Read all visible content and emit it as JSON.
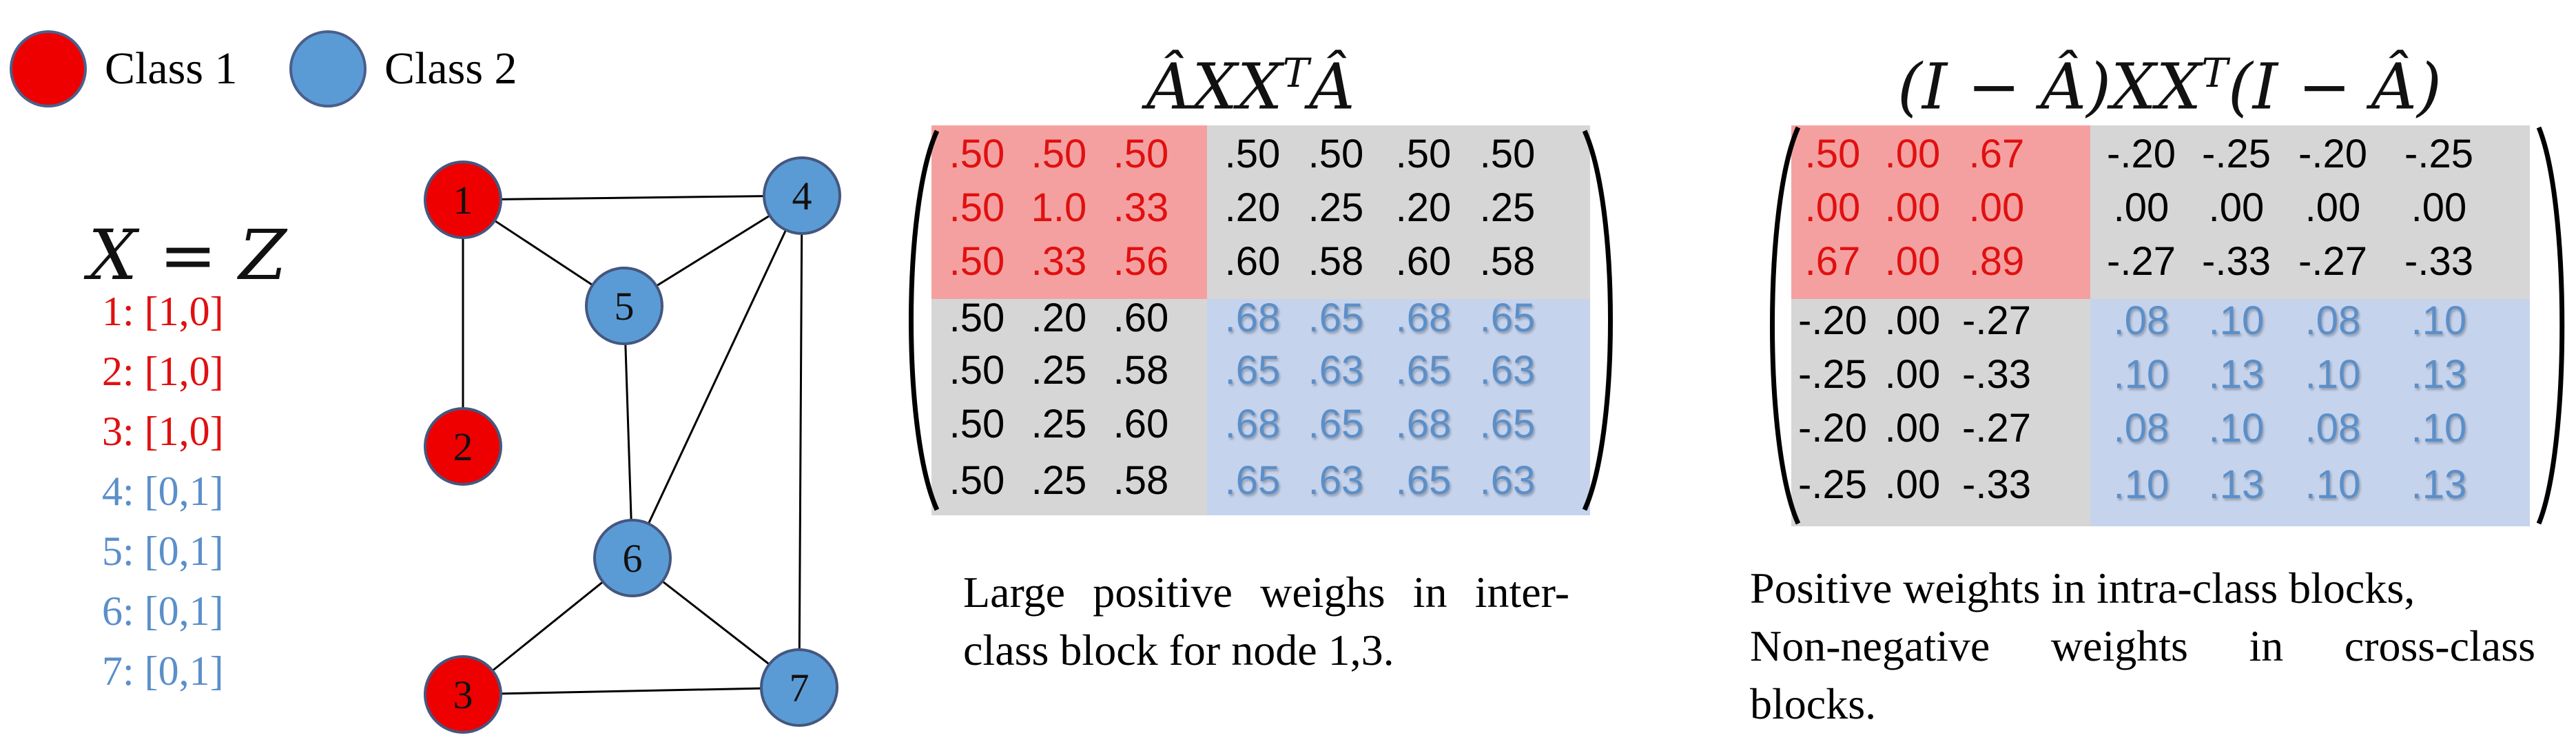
{
  "colors": {
    "class1": "#ee0000",
    "class2": "#5b9bd5",
    "class1_text": "#e01010",
    "class2_text": "#5b8fc9",
    "red_block": "#f5a0a0",
    "blue_block": "#c6d3ec",
    "gray_block": "#d6d6d6"
  },
  "legend": [
    {
      "label": "Class 1",
      "color": "#ee0000"
    },
    {
      "label": "Class 2",
      "color": "#5b9bd5"
    }
  ],
  "features": {
    "equation": "X = Z",
    "items": [
      {
        "text": "1: [1,0]",
        "class": 1
      },
      {
        "text": "2: [1,0]",
        "class": 1
      },
      {
        "text": "3: [1,0]",
        "class": 1
      },
      {
        "text": "4: [0,1]",
        "class": 2
      },
      {
        "text": "5: [0,1]",
        "class": 2
      },
      {
        "text": "6: [0,1]",
        "class": 2
      },
      {
        "text": "7: [0,1]",
        "class": 2
      }
    ]
  },
  "graph": {
    "nodes": [
      {
        "id": "1",
        "class": 1
      },
      {
        "id": "2",
        "class": 1
      },
      {
        "id": "3",
        "class": 1
      },
      {
        "id": "4",
        "class": 2
      },
      {
        "id": "5",
        "class": 2
      },
      {
        "id": "6",
        "class": 2
      },
      {
        "id": "7",
        "class": 2
      }
    ],
    "edges": [
      [
        "1",
        "2"
      ],
      [
        "1",
        "4"
      ],
      [
        "1",
        "5"
      ],
      [
        "5",
        "4"
      ],
      [
        "5",
        "6"
      ],
      [
        "4",
        "6"
      ],
      [
        "4",
        "7"
      ],
      [
        "6",
        "3"
      ],
      [
        "6",
        "7"
      ],
      [
        "3",
        "7"
      ]
    ]
  },
  "matrix1": {
    "title": "ÂXX",
    "title_sup": "T",
    "title_tail": "Â",
    "rows": [
      [
        ".50",
        ".50",
        ".50",
        ".50",
        ".50",
        ".50",
        ".50"
      ],
      [
        ".50",
        "1.0",
        ".33",
        ".20",
        ".25",
        ".20",
        ".25"
      ],
      [
        ".50",
        ".33",
        ".56",
        ".60",
        ".58",
        ".60",
        ".58"
      ],
      [
        ".50",
        ".20",
        ".60",
        ".68",
        ".65",
        ".68",
        ".65"
      ],
      [
        ".50",
        ".25",
        ".58",
        ".65",
        ".63",
        ".65",
        ".63"
      ],
      [
        ".50",
        ".25",
        ".60",
        ".68",
        ".65",
        ".68",
        ".65"
      ],
      [
        ".50",
        ".25",
        ".58",
        ".65",
        ".63",
        ".65",
        ".63"
      ]
    ],
    "caption": "Large positive weighs in inter-class block for node 1,3."
  },
  "matrix2": {
    "title": "(I − Â)XX",
    "title_sup": "T",
    "title_tail": "(I − Â)",
    "rows": [
      [
        ".50",
        ".00",
        ".67",
        "-.20",
        "-.25",
        "-.20",
        "-.25"
      ],
      [
        ".00",
        ".00",
        ".00",
        ".00",
        ".00",
        ".00",
        ".00"
      ],
      [
        ".67",
        ".00",
        ".89",
        "-.27",
        "-.33",
        "-.27",
        "-.33"
      ],
      [
        "-.20",
        ".00",
        "-.27",
        ".08",
        ".10",
        ".08",
        ".10"
      ],
      [
        "-.25",
        ".00",
        "-.33",
        ".10",
        ".13",
        ".10",
        ".13"
      ],
      [
        "-.20",
        ".00",
        "-.27",
        ".08",
        ".10",
        ".08",
        ".10"
      ],
      [
        "-.25",
        ".00",
        "-.33",
        ".10",
        ".13",
        ".10",
        ".13"
      ]
    ],
    "caption_line1": "Positive weights in intra-class blocks,",
    "caption_line2": "Non-negative weights in cross-class",
    "caption_line3": "blocks."
  }
}
